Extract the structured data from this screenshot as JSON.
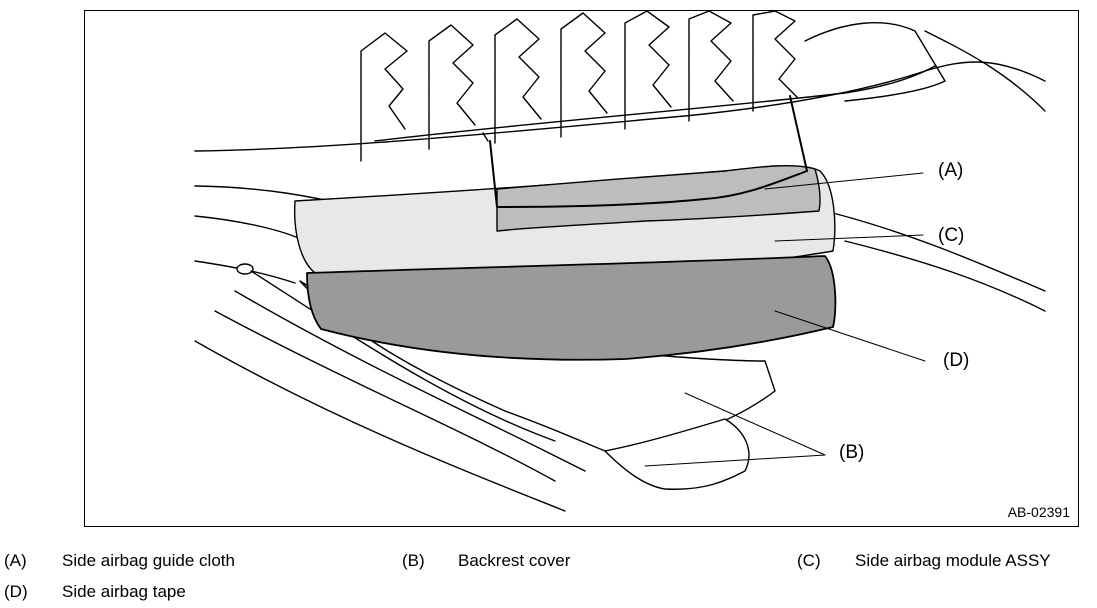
{
  "figure": {
    "id": "AB-02391",
    "callouts": {
      "a": "(A)",
      "b": "(B)",
      "c": "(C)",
      "d": "(D)"
    },
    "colors": {
      "dark_fill": "#9a9a9a",
      "mid_fill": "#bdbdbd",
      "light_fill": "#e8e8e8",
      "line": "#000000"
    }
  },
  "legend": [
    {
      "key": "(A)",
      "text": "Side airbag guide cloth"
    },
    {
      "key": "(B)",
      "text": "Backrest cover"
    },
    {
      "key": "(C)",
      "text": "Side airbag module ASSY"
    },
    {
      "key": "(D)",
      "text": "Side airbag tape"
    }
  ]
}
